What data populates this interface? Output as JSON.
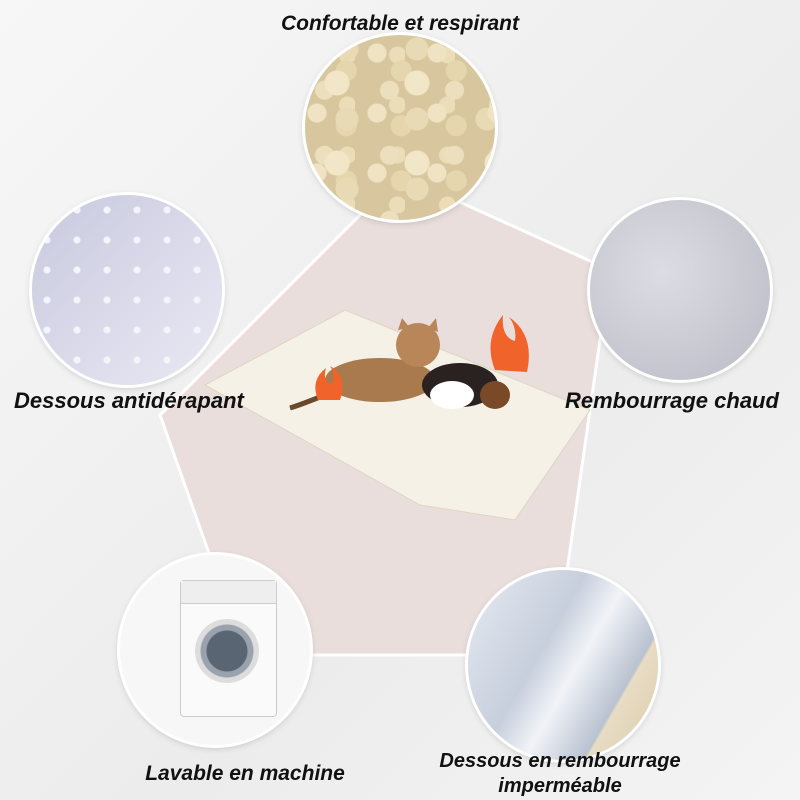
{
  "features": {
    "top": "Confortable et respirant",
    "left": "Dessous antidérapant",
    "right": "Rembourrage chaud",
    "bottom_left": "Lavable en machine",
    "bottom_right_line1": "Dessous en rembourrage",
    "bottom_right_line2": "imperméable"
  },
  "colors": {
    "pentagon": "#eadfdc",
    "flame": "#f0632a",
    "mat": "#f5f1e6"
  }
}
